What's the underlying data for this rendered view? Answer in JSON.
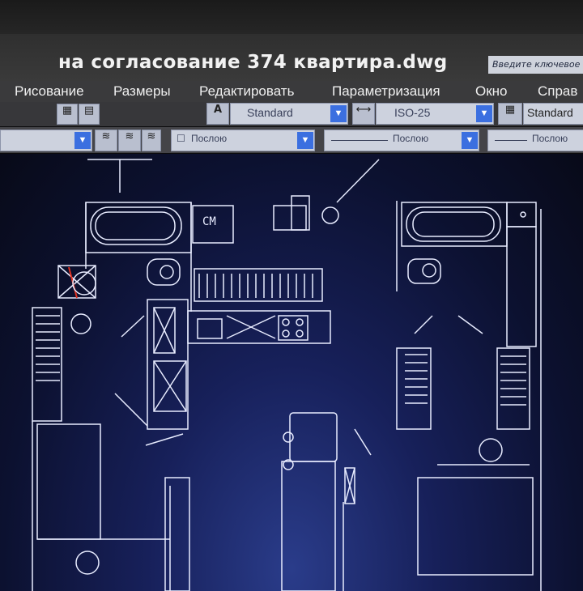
{
  "window": {
    "title": "на согласование 374 квартира.dwg",
    "search_placeholder": "Введите ключевое"
  },
  "menu": [
    {
      "label": "Рисование"
    },
    {
      "label": "Размеры"
    },
    {
      "label": "Редактировать"
    },
    {
      "label": "Параметризация"
    },
    {
      "label": "Окно"
    },
    {
      "label": "Справ"
    }
  ],
  "toolbar": {
    "text_style": "Standard",
    "dim_style": "ISO-25",
    "table_style": "Standard",
    "color": "Послою",
    "linetype": "Послою",
    "lineweight": "Послою"
  },
  "drawing": {
    "label_cm": "СМ"
  },
  "colors": {
    "canvas": "#0c1130",
    "lines": "#e8ecff",
    "accent": "#3b6fe0",
    "red_mark": "#e03020"
  }
}
